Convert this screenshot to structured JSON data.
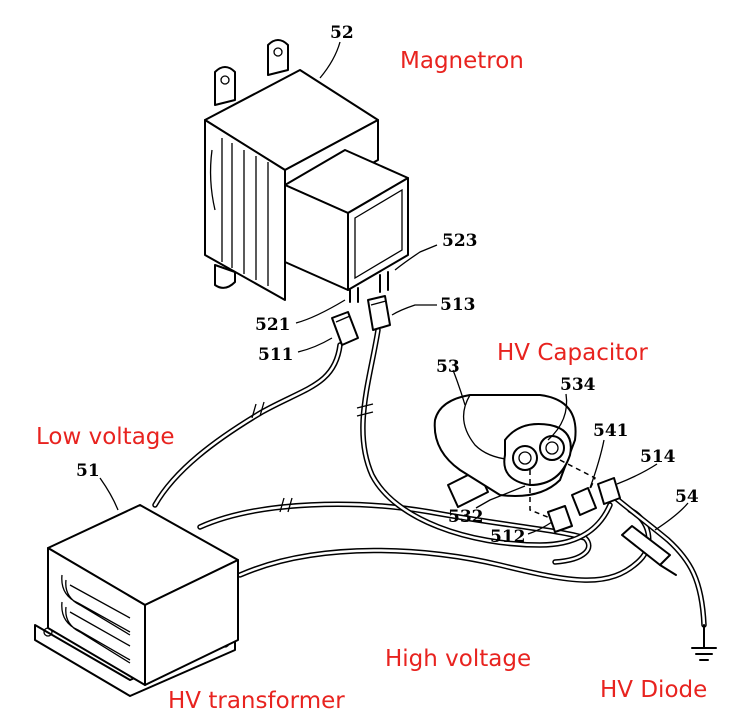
{
  "labels": {
    "magnetron": "Magnetron",
    "hv_capacitor": "HV Capacitor",
    "low_voltage": "Low voltage",
    "high_voltage": "High voltage",
    "hv_transformer": "HV transformer",
    "hv_diode": "HV Diode"
  },
  "label_color": "#e8231f",
  "refs": {
    "r52": "52",
    "r523": "523",
    "r513": "513",
    "r521": "521",
    "r511": "511",
    "r53": "53",
    "r534": "534",
    "r541": "541",
    "r514": "514",
    "r54": "54",
    "r51": "51",
    "r532": "532",
    "r512": "512"
  }
}
